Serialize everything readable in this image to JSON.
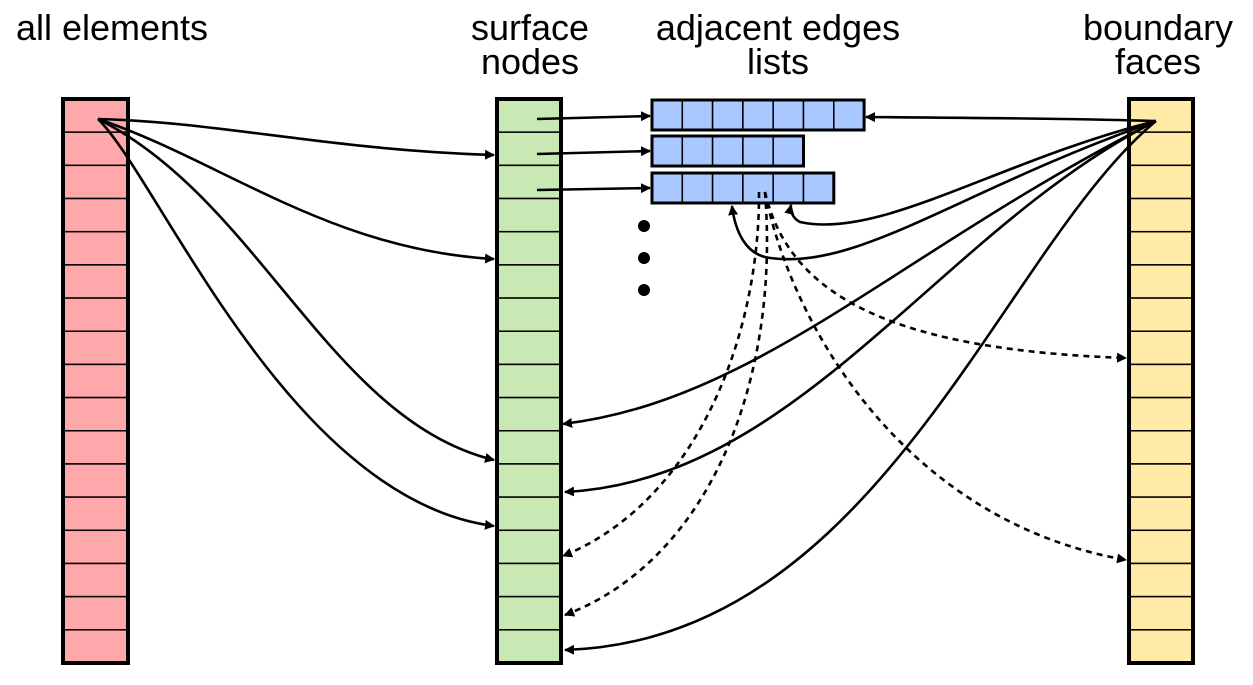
{
  "labels": {
    "all_elements": "all elements",
    "surface_nodes_1": "surface",
    "surface_nodes_2": "nodes",
    "adjacent_edges_1": "adjacent edges",
    "adjacent_edges_2": "lists",
    "boundary_faces_1": "boundary",
    "boundary_faces_2": "faces"
  },
  "colors": {
    "all_elements": "#ffa8ac",
    "surface_nodes": "#c8e8b4",
    "adjacent_edges": "#a8c8ff",
    "boundary_faces": "#ffeaa8"
  },
  "arrays": {
    "all_elements_cells": 17,
    "surface_nodes_cells": 17,
    "boundary_faces_cells": 17
  },
  "edge_lists": [
    {
      "cells": 7
    },
    {
      "cells": 5
    },
    {
      "cells": 6
    }
  ],
  "ellipsis_dots": 3
}
